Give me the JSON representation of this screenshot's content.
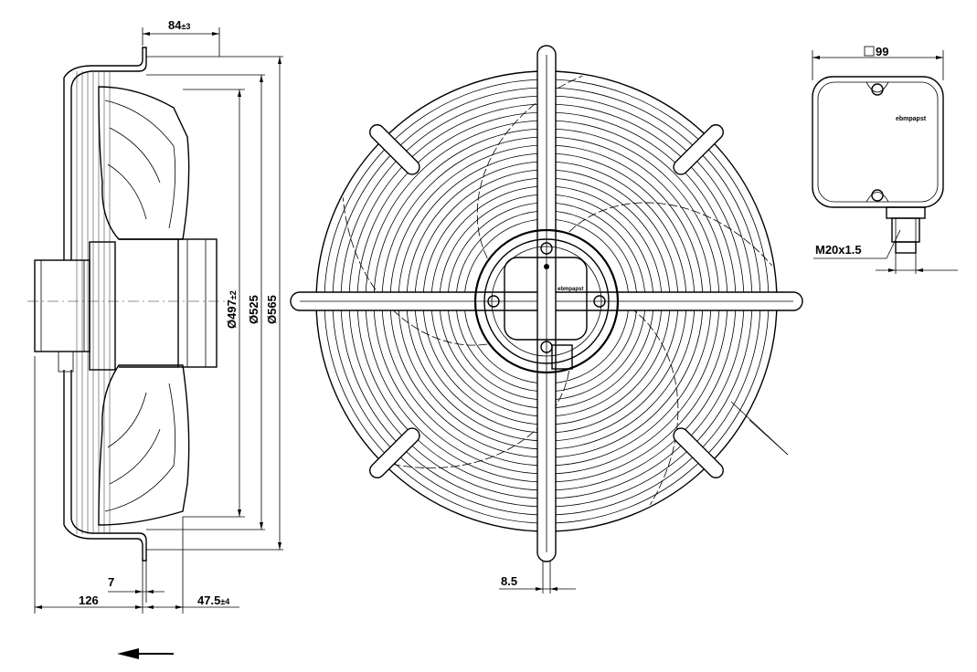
{
  "dimensions": {
    "depth_guard": "84",
    "depth_guard_tol": "±3",
    "dia_inner": "Ø497",
    "dia_inner_tol": "±2",
    "dia_mid": "Ø525",
    "dia_outer": "Ø565",
    "flange_thickness": "7",
    "motor_length": "126",
    "hub_offset": "47.5",
    "hub_offset_tol": "±4",
    "rod_thickness": "8.5",
    "terminal_box_size": "99",
    "cable_gland": "M20x1.5"
  },
  "labels": {
    "brand_box": "ebmpapst",
    "brand_front": "ebmpapst"
  },
  "symbols": {
    "square_icon": "square-symbol",
    "airflow_icon": "arrow-left-icon"
  }
}
